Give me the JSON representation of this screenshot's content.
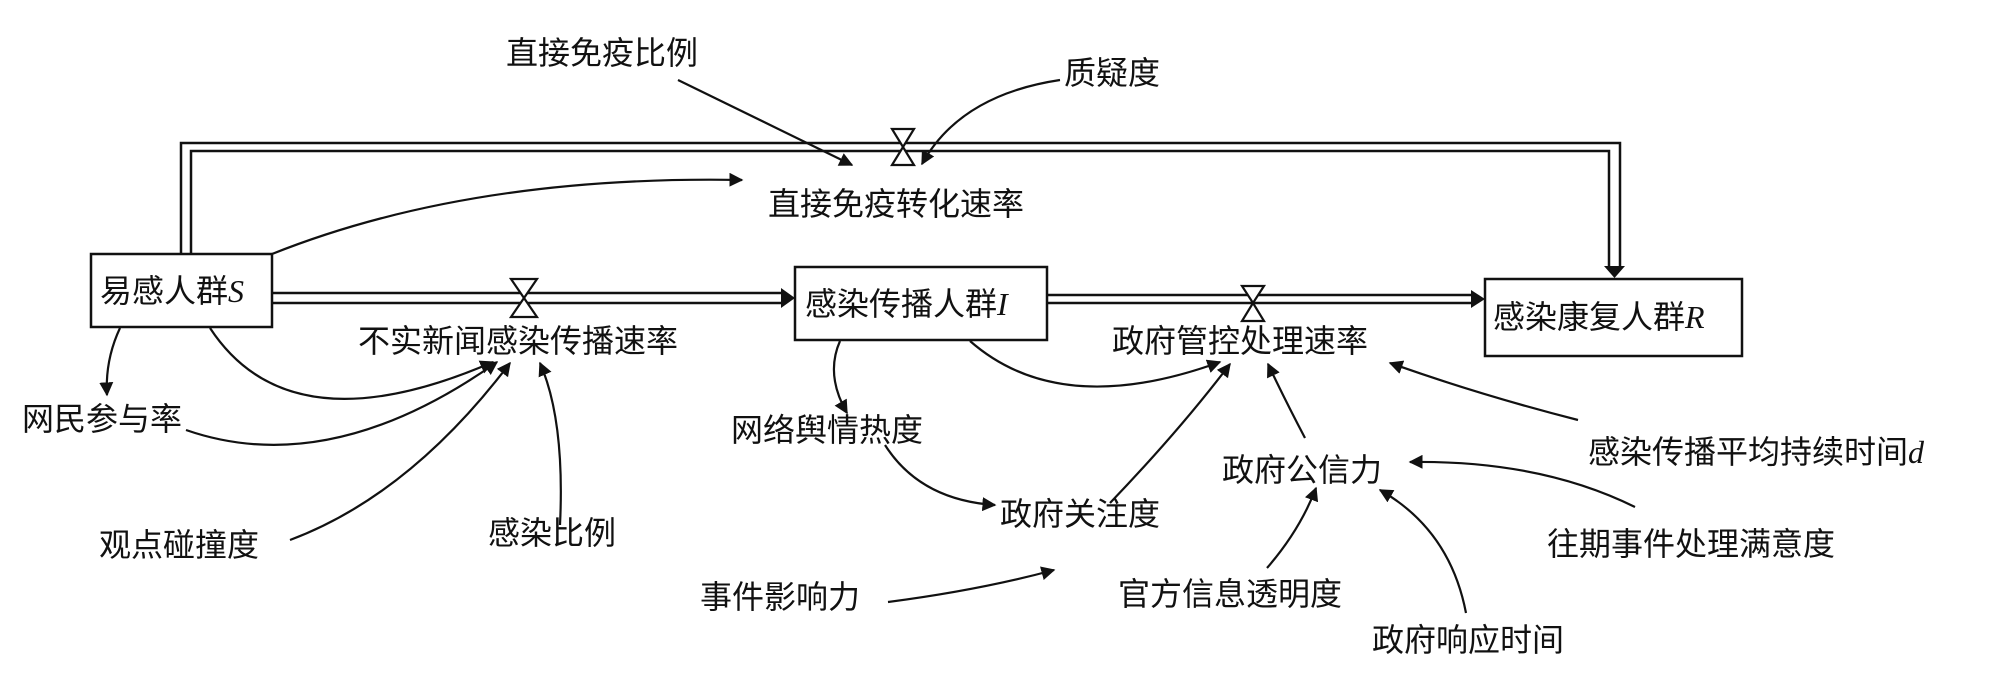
{
  "diagram": {
    "type": "system-dynamics-stock-flow",
    "stocks": {
      "susceptible": {
        "label": "易感人群",
        "symbol": "S"
      },
      "infected": {
        "label": "感染传播人群",
        "symbol": "I"
      },
      "recovered": {
        "label": "感染康复人群",
        "symbol": "R"
      }
    },
    "flows": {
      "direct_immunity_rate": "直接免疫转化速率",
      "misinformation_infection_rate": "不实新闻感染传播速率",
      "government_control_rate": "政府管控处理速率"
    },
    "auxiliaries": {
      "direct_immunity_ratio": "直接免疫比例",
      "skepticism": "质疑度",
      "netizen_participation_rate": "网民参与率",
      "opinion_collision": "观点碰撞度",
      "infection_ratio": "感染比例",
      "online_public_opinion_heat": "网络舆情热度",
      "government_attention": "政府关注度",
      "event_influence": "事件影响力",
      "government_credibility": "政府公信力",
      "official_info_transparency": "官方信息透明度",
      "government_response_time": "政府响应时间",
      "past_event_satisfaction": "往期事件处理满意度",
      "avg_infection_duration": {
        "label": "感染传播平均持续时间",
        "symbol": "d"
      }
    },
    "links": [
      {
        "from": "直接免疫比例",
        "to": "直接免疫转化速率"
      },
      {
        "from": "质疑度",
        "to": "直接免疫转化速率"
      },
      {
        "from": "易感人群S",
        "to": "直接免疫转化速率"
      },
      {
        "from": "易感人群S",
        "to": "网民参与率"
      },
      {
        "from": "易感人群S",
        "to": "不实新闻感染传播速率"
      },
      {
        "from": "网民参与率",
        "to": "不实新闻感染传播速率"
      },
      {
        "from": "观点碰撞度",
        "to": "不实新闻感染传播速率"
      },
      {
        "from": "感染比例",
        "to": "不实新闻感染传播速率"
      },
      {
        "from": "感染传播人群I",
        "to": "网络舆情热度"
      },
      {
        "from": "感染传播人群I",
        "to": "政府管控处理速率"
      },
      {
        "from": "网络舆情热度",
        "to": "政府关注度"
      },
      {
        "from": "事件影响力",
        "to": "政府关注度"
      },
      {
        "from": "政府关注度",
        "to": "政府管控处理速率"
      },
      {
        "from": "政府公信力",
        "to": "政府管控处理速率"
      },
      {
        "from": "感染传播平均持续时间d",
        "to": "政府管控处理速率"
      },
      {
        "from": "官方信息透明度",
        "to": "政府公信力"
      },
      {
        "from": "政府响应时间",
        "to": "政府公信力"
      },
      {
        "from": "往期事件处理满意度",
        "to": "政府公信力"
      }
    ]
  }
}
